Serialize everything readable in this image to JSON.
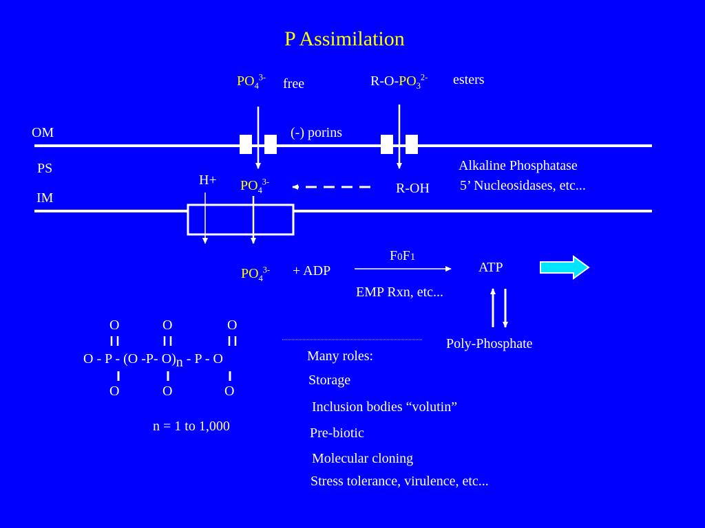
{
  "title": "P Assimilation",
  "top_labels": {
    "free_ion_base": "PO",
    "free_ion_sub": "4",
    "free_ion_sup": "3-",
    "free_label": "free",
    "ester_prefix": "R-O-",
    "ester_base": "PO",
    "ester_sub": "3",
    "ester_sup": "2-",
    "ester_label": "esters"
  },
  "membranes": {
    "om": "OM",
    "ps": "PS",
    "im": "IM",
    "porins": "(-) porins"
  },
  "periplasm": {
    "proton": "H+",
    "ion_base": "PO",
    "ion_sub": "4",
    "ion_sup": "3-",
    "r_oh": "R-OH",
    "enzyme_line1": "Alkaline Phosphatase",
    "enzyme_line2": "5’ Nucleosidases, etc..."
  },
  "cytoplasm": {
    "ion_base": "PO",
    "ion_sub": "4",
    "ion_sup": "3-",
    "plus_adp": "+ ADP",
    "enzyme_f": "F",
    "enzyme_sub0": "0",
    "enzyme_f2": "F",
    "enzyme_sub1": "1",
    "pathway": "EMP Rxn, etc...",
    "atp": "ATP",
    "polyphosphate": "Poly-Phosphate"
  },
  "structure": {
    "o_top1": "O",
    "o_top2": "O",
    "o_top3": "O",
    "backbone": "O - P - (O -P- O)",
    "repeat_sub": "n",
    "backbone_end": " - P - O",
    "o_bot1": "O",
    "o_bot2": "O",
    "o_bot3": "O",
    "n_range": "n = 1 to 1,000"
  },
  "roles": {
    "heading": "Many roles:",
    "items": [
      "Storage",
      "Inclusion bodies “volutin”",
      "Pre-biotic",
      "Molecular cloning",
      "Stress tolerance, virulence, etc..."
    ]
  },
  "colors": {
    "background": "#0000ff",
    "text": "#ffffff",
    "highlight": "#ffff00",
    "arrow_fill": "#00e5ff"
  }
}
